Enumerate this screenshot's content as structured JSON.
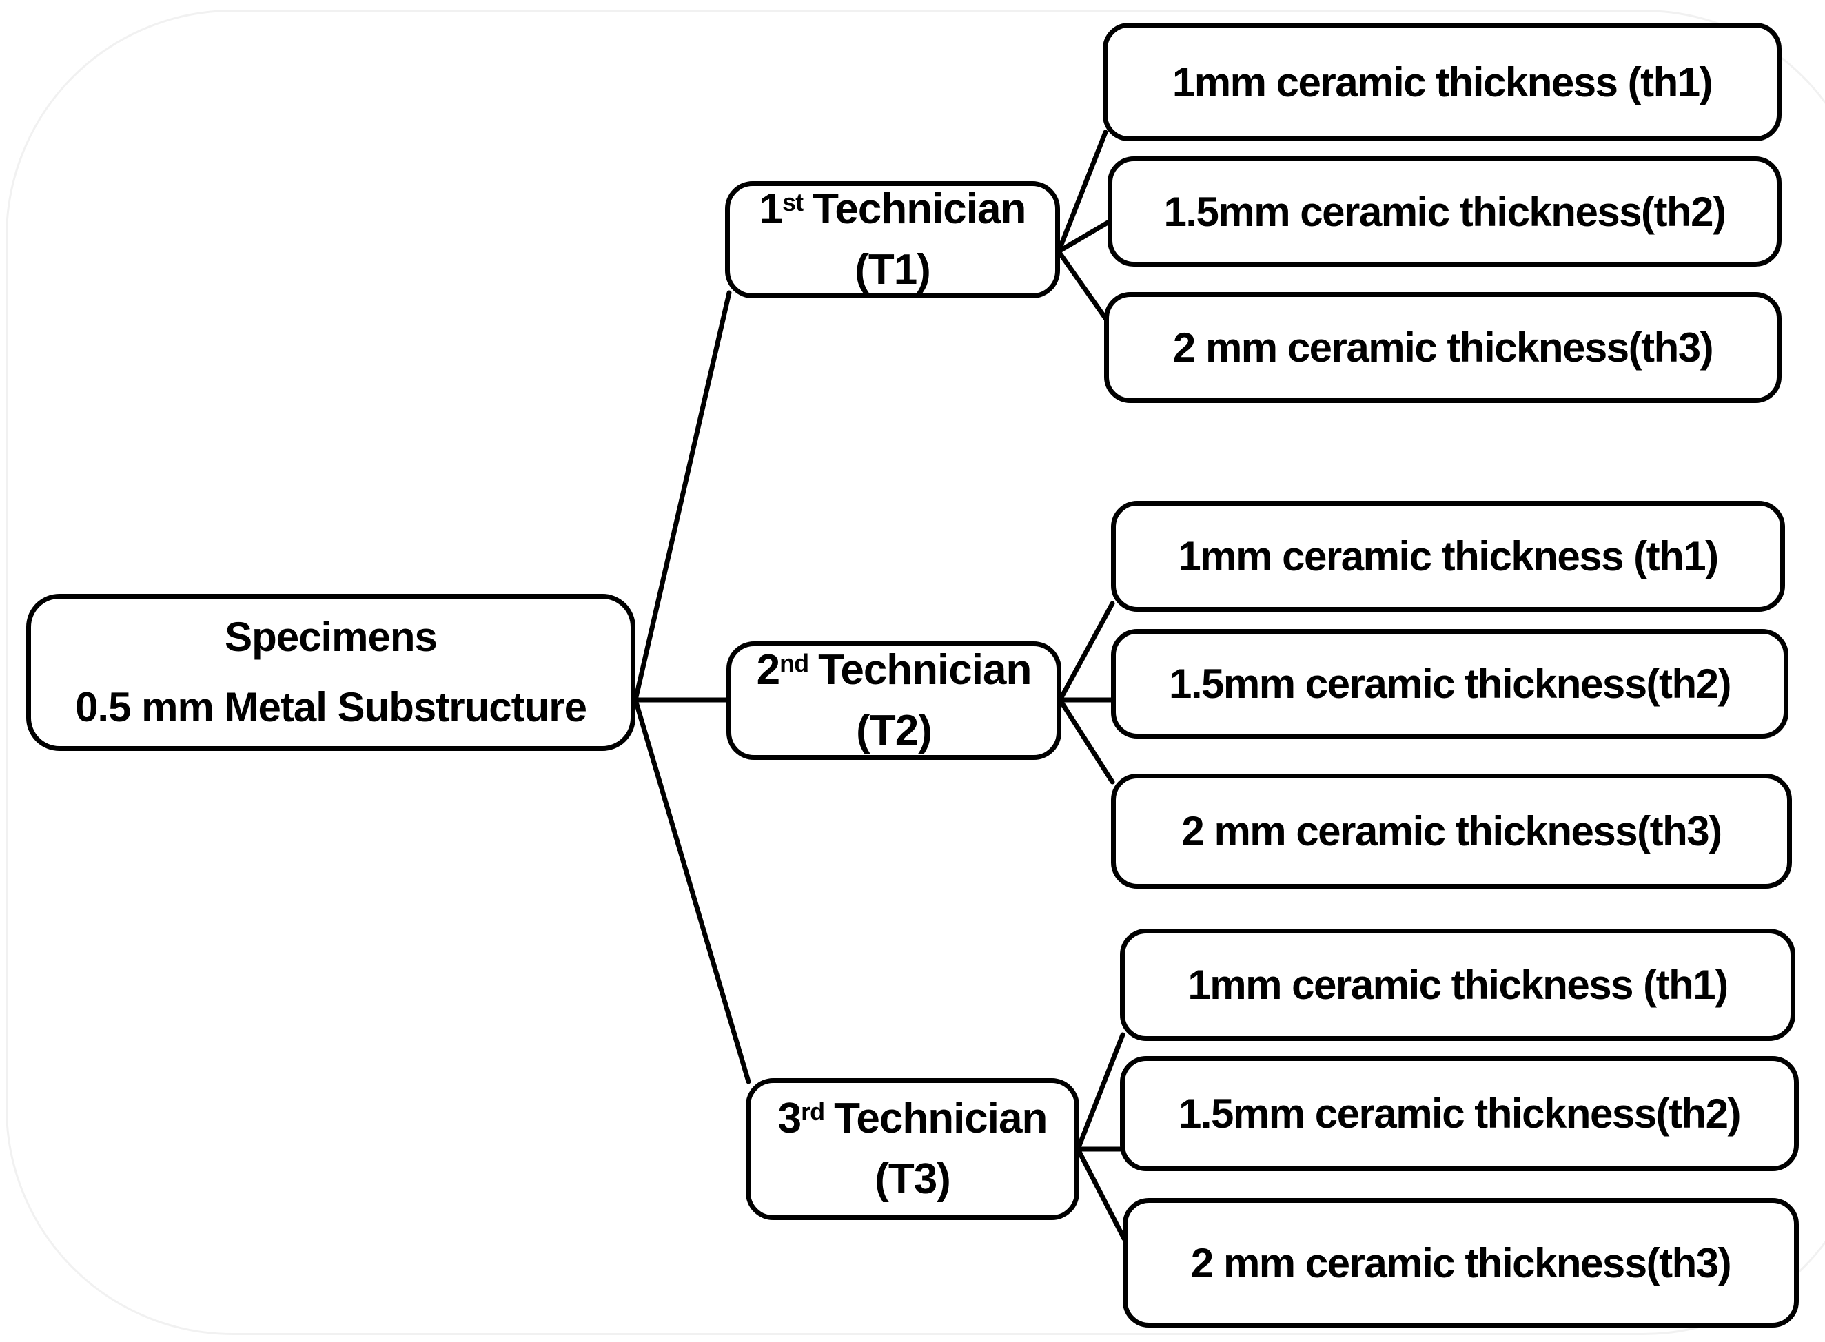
{
  "diagram": {
    "type": "tree-flowchart",
    "root": {
      "title": "Specimens",
      "subtitle": "0.5 mm Metal Substructure"
    },
    "technicians": [
      {
        "ordinal": "1",
        "ordinal_suffix": "st",
        "role": "Technician",
        "code": "(T1)",
        "children": [
          "1mm ceramic thickness (th1)",
          "1.5mm ceramic thickness(th2)",
          "2 mm ceramic thickness(th3)"
        ]
      },
      {
        "ordinal": "2",
        "ordinal_suffix": "nd",
        "role": "Technician",
        "code": "(T2)",
        "children": [
          "1mm ceramic thickness (th1)",
          "1.5mm ceramic thickness(th2)",
          "2 mm ceramic thickness(th3)"
        ]
      },
      {
        "ordinal": "3",
        "ordinal_suffix": "rd",
        "role": "Technician",
        "code": "(T3)",
        "children": [
          "1mm ceramic thickness (th1)",
          "1.5mm ceramic thickness(th2)",
          "2 mm ceramic thickness(th3)"
        ]
      }
    ],
    "colors": {
      "line": "#000000",
      "box_border": "#000000",
      "box_fill": "#ffffff",
      "background": "#ffffff",
      "watermark": "#f1f1f1"
    }
  }
}
